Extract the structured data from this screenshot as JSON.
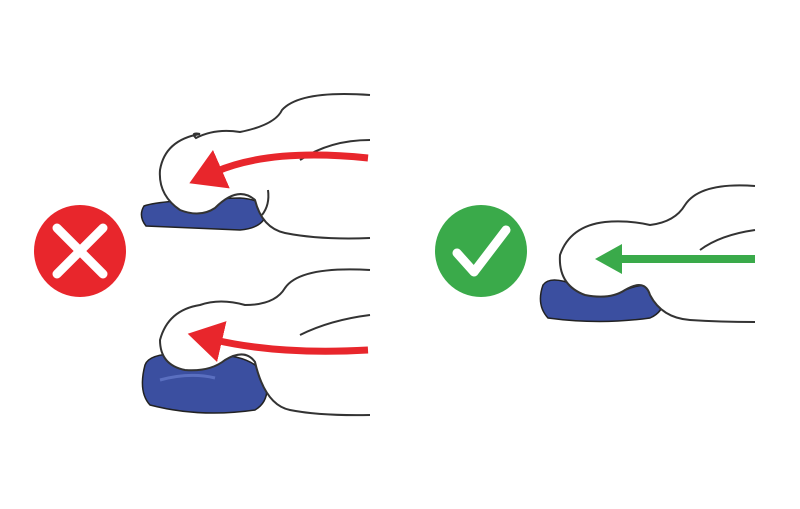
{
  "panels": [
    {
      "id": "wrong",
      "icon": "x-mark-icon",
      "verdict": "incorrect",
      "figures": [
        "flat-pillow",
        "high-pillow"
      ]
    },
    {
      "id": "right",
      "icon": "check-mark-icon",
      "verdict": "correct",
      "figures": [
        "contour-pillow"
      ]
    }
  ],
  "colors": {
    "wrong": "#e8262c",
    "right": "#3aaa4a",
    "pillow": "#3b4fa0",
    "pillow_highlight": "#5a6fc0",
    "outline": "#333333",
    "arrow_wrong": "#e8262c",
    "arrow_right": "#3aaa4a"
  }
}
